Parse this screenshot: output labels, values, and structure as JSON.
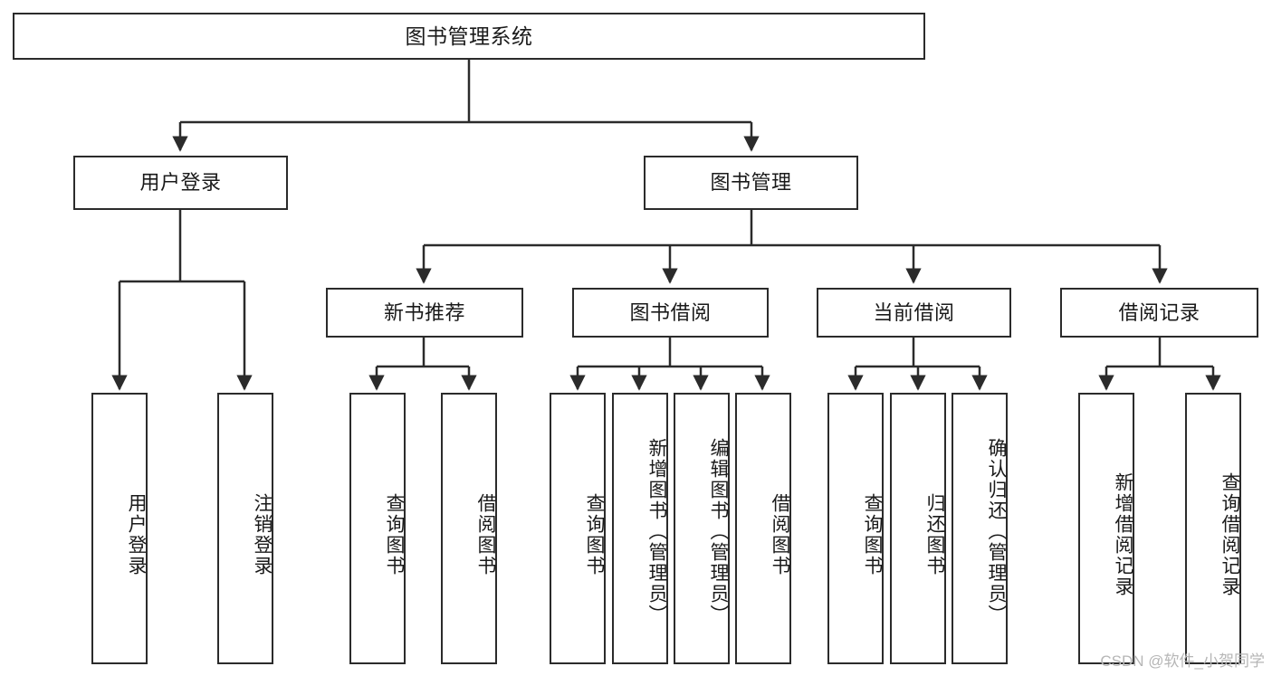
{
  "diagram": {
    "type": "tree",
    "title": "图书管理系统",
    "root": {
      "label": "图书管理系统"
    },
    "level2": [
      {
        "label": "用户登录"
      },
      {
        "label": "图书管理"
      }
    ],
    "level3": [
      {
        "label": "新书推荐"
      },
      {
        "label": "图书借阅"
      },
      {
        "label": "当前借阅"
      },
      {
        "label": "借阅记录"
      }
    ],
    "leaves": {
      "user_login": [
        {
          "label": "用户登录"
        },
        {
          "label": "注销登录"
        }
      ],
      "new_book": [
        {
          "label": "查询图书"
        },
        {
          "label": "借阅图书"
        }
      ],
      "book_borrow": [
        {
          "label": "查询图书"
        },
        {
          "label": "新增图书（管理员）"
        },
        {
          "label": "编辑图书（管理员）"
        },
        {
          "label": "借阅图书"
        }
      ],
      "current_borrow": [
        {
          "label": "查询图书"
        },
        {
          "label": "归还图书"
        },
        {
          "label": "确认归还（管理员）"
        }
      ],
      "borrow_record": [
        {
          "label": "新增借阅记录"
        },
        {
          "label": "查询借阅记录"
        }
      ]
    }
  },
  "watermark": {
    "text": "CSDN @软件_小贺同学"
  },
  "colors": {
    "border": "#2b2b2b",
    "background": "#ffffff",
    "text": "#1a1a1a",
    "watermark": "#b6b6b6"
  }
}
